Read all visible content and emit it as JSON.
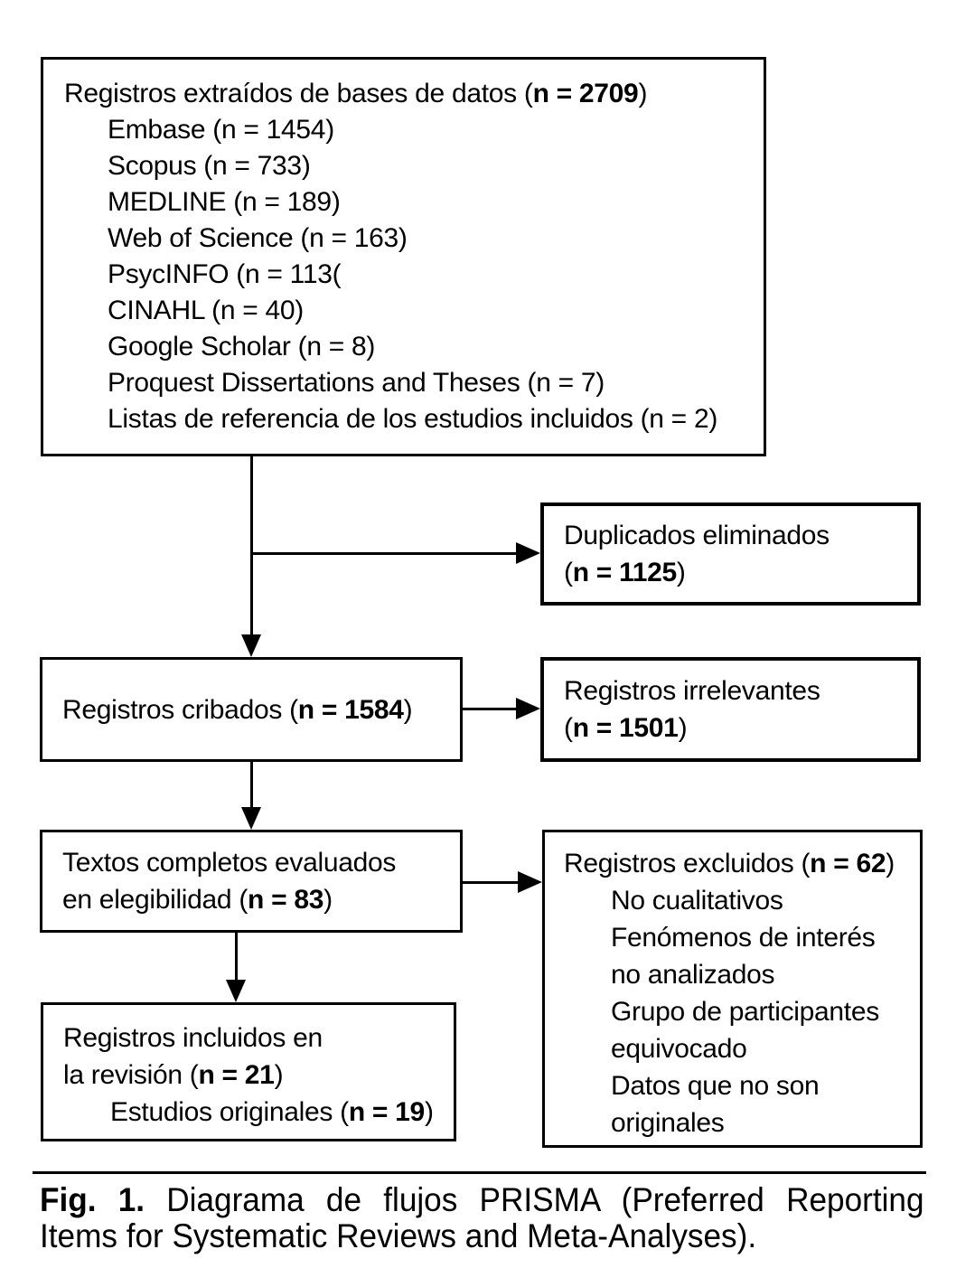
{
  "colors": {
    "ink": "#000000",
    "background": "#ffffff"
  },
  "diagram": {
    "identification_box": {
      "title": {
        "pre": "Registros extraídos de bases de datos (",
        "bold": "n = 2709",
        "post": ")"
      },
      "sources": [
        "Embase (n = 1454)",
        "Scopus (n = 733)",
        "MEDLINE (n = 189)",
        "Web of Science (n = 163)",
        "PsycINFO (n = 113(",
        "CINAHL (n = 40)",
        "Google Scholar (n = 8)",
        "Proquest Dissertations and Theses (n = 7)",
        "Listas de referencia de los estudios incluidos (n = 2)"
      ]
    },
    "duplicates_box": {
      "line1": "Duplicados eliminados",
      "line2": {
        "pre": "(",
        "bold": "n = 1125",
        "post": ")"
      }
    },
    "screened_box": {
      "line1": {
        "pre": "Registros cribados (",
        "bold": "n = 1584",
        "post": ")"
      }
    },
    "irrelevant_box": {
      "line1": "Registros irrelevantes",
      "line2": {
        "pre": "(",
        "bold": "n = 1501",
        "post": ")"
      }
    },
    "fulltext_box": {
      "line1": "Textos completos evaluados",
      "line2": {
        "pre": "en elegibilidad (",
        "bold": "n = 83",
        "post": ")"
      }
    },
    "excluded_box": {
      "title": {
        "pre": "Registros excluidos (",
        "bold": "n = 62",
        "post": ")"
      },
      "reasons": [
        "No cualitativos",
        "Fenómenos de interés\nno analizados",
        "Grupo de participantes\nequivocado",
        "Datos que no son\noriginales"
      ]
    },
    "included_box": {
      "line1": "Registros incluidos en",
      "line2": {
        "pre": "la revisión (",
        "bold": "n = 21",
        "post": ")"
      },
      "line3": {
        "pre": "Estudios originales (",
        "bold": "n = 19",
        "post": ")"
      }
    }
  },
  "caption": {
    "fig_label": "Fig. 1.",
    "line1_rest": " Diagrama de flujos PRISMA (Preferred Reporting",
    "line2": "Items for Systematic Reviews and Meta-Analyses)."
  }
}
